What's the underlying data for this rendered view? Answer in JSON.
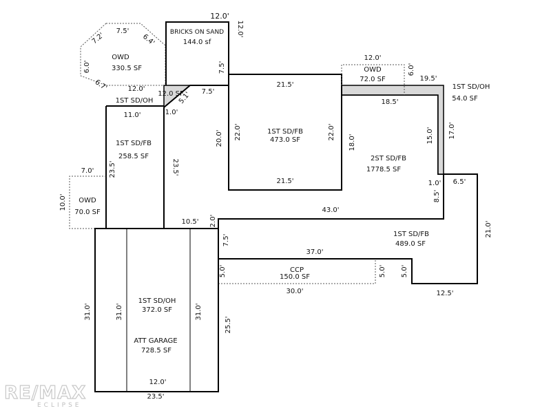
{
  "areas": {
    "owd_octagon": {
      "name": "OWD",
      "area": "330.5 SF"
    },
    "bricks": {
      "name": "BRICKS ON SAND",
      "area": "144.0 sf"
    },
    "owd_top": {
      "name": "OWD",
      "area": "72.0 SF"
    },
    "oh_right": {
      "name": "1ST SD/OH",
      "area": "54.0 SF"
    },
    "fb_main": {
      "name": "1ST SD/FB",
      "area": "473.0 SF"
    },
    "fb_left": {
      "name": "1ST SD/FB",
      "area": "258.5 SF"
    },
    "owd_left": {
      "name": "OWD",
      "area": "70.0 SF"
    },
    "fb_2st": {
      "name": "2ST SD/FB",
      "area": "1778.5 SF"
    },
    "fb_lower": {
      "name": "1ST SD/FB",
      "area": "489.0 SF"
    },
    "ccp": {
      "name": "CCP",
      "area": "150.0 SF"
    },
    "garage_oh": {
      "name": "1ST SD/OH",
      "area": "372.0 SF"
    },
    "garage": {
      "name": "ATT GARAGE",
      "area": "728.5 SF"
    },
    "oh_small": {
      "name": "1ST SD/OH"
    },
    "triangle": {
      "area": "12.0 SF"
    }
  },
  "dims": {
    "bricks_top": "12.0'",
    "bricks_right": "12.0'",
    "bricks_left_low": "7.5'",
    "bricks_bottom": "7.5'",
    "oct_top": "7.5'",
    "oct_tr": "6.4'",
    "oct_tl": "7.2'",
    "oct_left": "6.0'",
    "oct_bl": "6.7'",
    "oct_bottom": "12.0'",
    "tri_diag": "5.1'",
    "tri_left": "1.0'",
    "oh_small_bottom": "11.0'",
    "fb_left_left": "23.5'",
    "fb_left_right": "23.5'",
    "owd_left_top": "7.0'",
    "owd_left_left": "10.0'",
    "main_top": "21.5'",
    "main_bottom": "21.5'",
    "main_left": "22.0'",
    "main_right": "22.0'",
    "outer_20": "20.0'",
    "owd_top_top": "12.0'",
    "owd_top_right": "6.0'",
    "r_19_5": "19.5'",
    "r_18_5": "18.5'",
    "r_18_0": "18.0'",
    "r_15_0": "15.0'",
    "r_17_0": "17.0'",
    "r_1_0": "1.0'",
    "r_6_5": "6.5'",
    "r_8_5": "8.5'",
    "r_21_0": "21.0'",
    "r_12_5": "12.5'",
    "d_43": "43.0'",
    "d_10_5": "10.5'",
    "d_2_0": "2.0'",
    "d_7_5b": "7.5'",
    "d_37": "37.0'",
    "d_30": "30.0'",
    "ccp_left": "5.0'",
    "ccp_right": "5.0'",
    "lower_5": "5.0'",
    "g_left": "31.0'",
    "g_inner_left": "31.0'",
    "g_inner_right": "31.0'",
    "g_12": "12.0'",
    "g_23_5": "23.5'",
    "g_25_5": "25.5'"
  },
  "logo": {
    "brand": "RE/MAX",
    "sub": "ECLIPSE"
  },
  "colors": {
    "line": "#000000",
    "shade": "#d9d9d9",
    "dashed": "#555555"
  }
}
